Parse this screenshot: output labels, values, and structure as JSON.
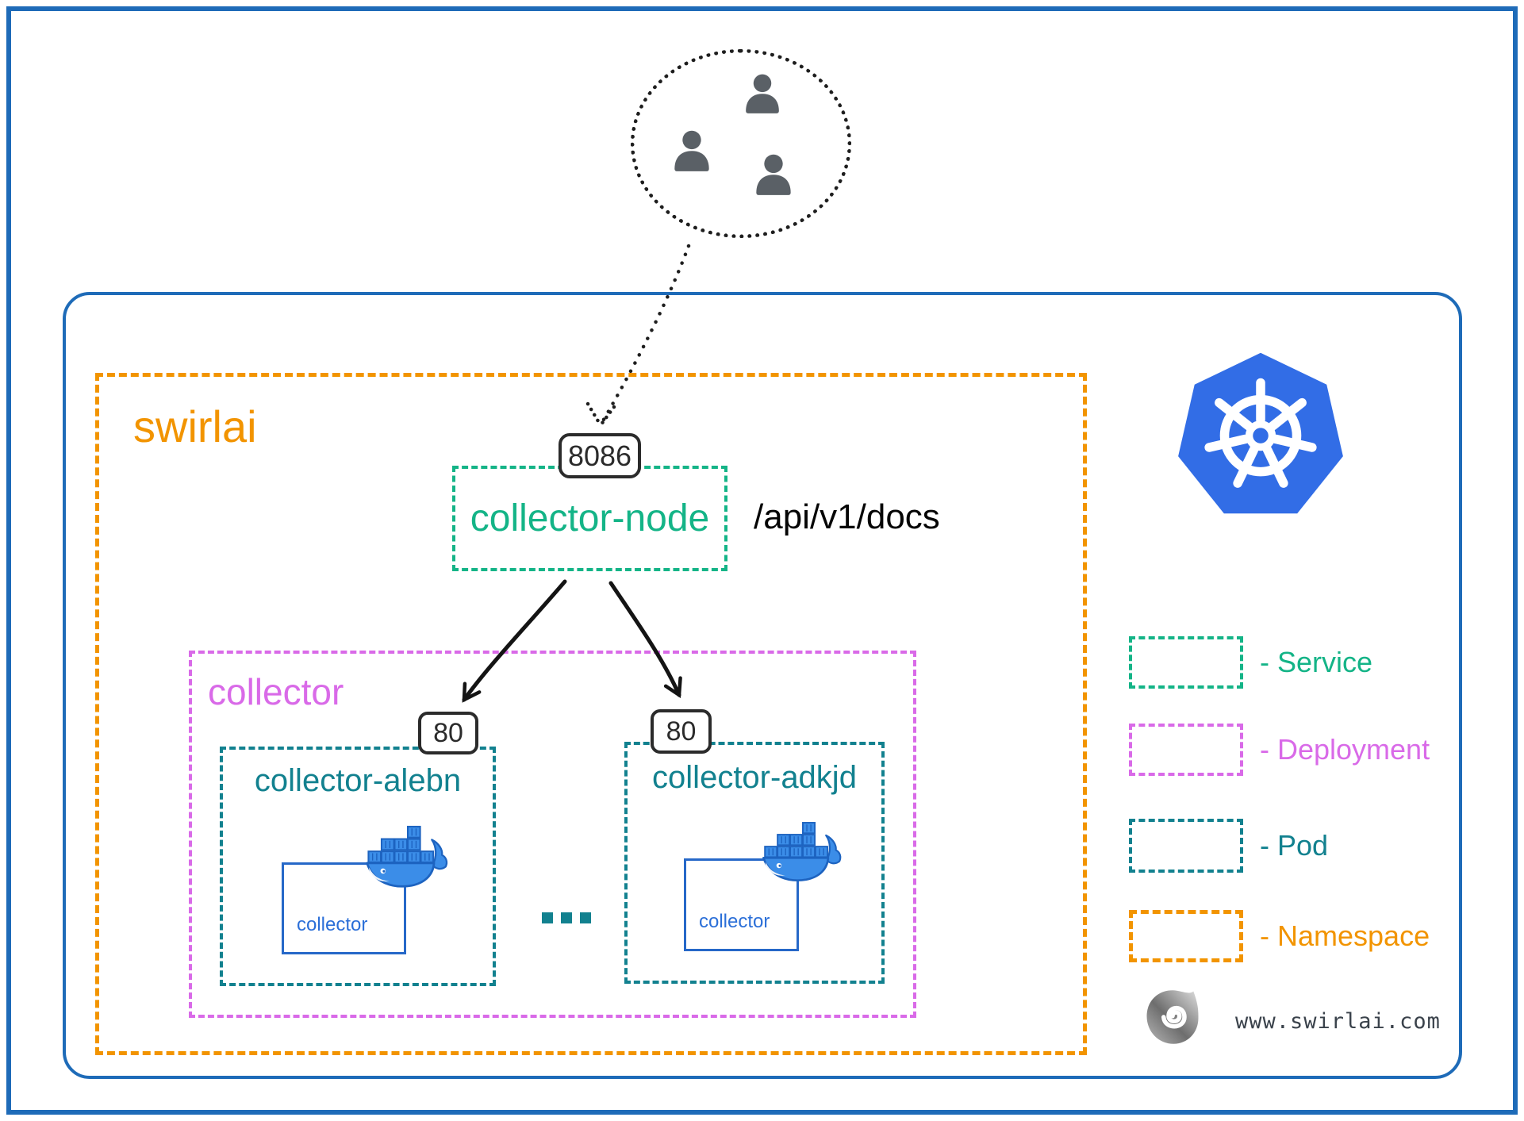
{
  "palette": {
    "frame_blue": "#1e6bb8",
    "namespace_orange": "#f29400",
    "service_green": "#14b487",
    "deployment_magenta": "#d96ae8",
    "pod_teal": "#12818f",
    "container_blue": "#2b6fd8",
    "docker_blue": "#3b8de8",
    "kubernetes_blue": "#326de6",
    "badge_dark": "#2b2b2b",
    "user_gray": "#5a6066"
  },
  "namespace": {
    "label": "swirlai"
  },
  "service": {
    "label": "collector-node",
    "port": "8086",
    "route": "/api/v1/docs"
  },
  "deployment": {
    "label": "collector",
    "ellipsis": "..."
  },
  "pods": [
    {
      "label": "collector-alebn",
      "port": "80",
      "container_label": "collector"
    },
    {
      "label": "collector-adkjd",
      "port": "80",
      "container_label": "collector"
    }
  ],
  "legend": {
    "items": [
      {
        "label": "- Service"
      },
      {
        "label": "- Deployment"
      },
      {
        "label": "- Pod"
      },
      {
        "label": "- Namespace"
      }
    ]
  },
  "footer": {
    "website": "www.swirlai.com"
  }
}
